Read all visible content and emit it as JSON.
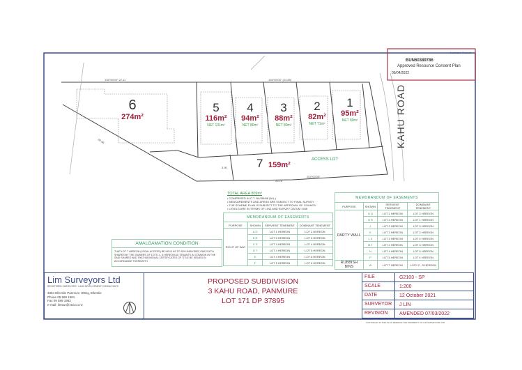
{
  "stamp": {
    "number": "BUN60389786",
    "label": "Approved Resource Consent Plan",
    "date": "09/04/2022",
    "council": "Auckland Council"
  },
  "road": {
    "name": "KAHU ROAD"
  },
  "plan": {
    "lots": [
      {
        "num": "6",
        "area": "274m²",
        "net": ""
      },
      {
        "num": "5",
        "area": "116m²",
        "net": "NET 101m²"
      },
      {
        "num": "4",
        "area": "94m²",
        "net": "NET 80m²"
      },
      {
        "num": "3",
        "area": "88m²",
        "net": "NET 80m²"
      },
      {
        "num": "2",
        "area": "82m²",
        "net": "NET 71m²"
      },
      {
        "num": "1",
        "area": "95m²",
        "net": "NET 80m²"
      },
      {
        "num": "7",
        "area": "159m²",
        "net": ""
      }
    ],
    "access_label": "ACCESS LOT",
    "bearings": [
      "136°59'00\"  22.11",
      "136°59'00\"  (24.85)",
      "204°00'00\"",
      "20.75",
      "3.50",
      "28.48"
    ]
  },
  "notes": {
    "title": "TOTAL AREA 809m²",
    "items": [
      "• COMPRISED IN C.T. NA784/88 (ALL)",
      "• MEASUREMENTS AND AREAS ARE SUBJECT TO FINAL SURVEY",
      "• THE SCHEME PLAN IS SUBJECT TO THE APPROVAL OF COUNCIL",
      "• LEVELS ARE IN TERMS OF LINZ AND SURVEY DATUM 1946"
    ]
  },
  "easements_left": {
    "title": "MEMORANDUM OF EASEMENTS",
    "headers": [
      "PURPOSE",
      "SHOWN",
      "SERVIENT TENEMENT",
      "DOMINANT TENEMENT"
    ],
    "purpose": "RIGHT OF WAY",
    "rows": [
      [
        "A  O",
        "LOT 1 HEREON",
        "LOT 2 HEREON"
      ],
      [
        "B  R",
        "LOT 2 HEREON",
        "LOT 3 HEREON"
      ],
      [
        "C  S",
        "LOT 3 HEREON",
        "LOT 4 HEREON"
      ],
      [
        "D  T",
        "LOT 4 HEREON",
        "LOT 5 HEREON"
      ],
      [
        "E",
        "LOT 4 HEREON",
        "LOT 6 HEREON"
      ],
      [
        "F",
        "LOT 5 HEREON",
        "LOT 6 HEREON"
      ]
    ]
  },
  "easements_right": {
    "title": "MEMORANDUM OF EASEMENTS",
    "headers": [
      "PURPOSE",
      "SHOWN",
      "SERVIENT TENEMENT",
      "DOMINANT TENEMENT"
    ],
    "purpose1": "PARTY WALL",
    "rows": [
      [
        "G  Q",
        "LOT 1 HEREON",
        "LOT 2 HEREON"
      ],
      [
        "H  R",
        "LOT 2 HEREON",
        "LOT 1 HEREON"
      ],
      [
        "J",
        "LOT 2 HEREON",
        "LOT 3 HEREON"
      ],
      [
        "K",
        "LOT 3 HEREON",
        "LOT 2 HEREON"
      ],
      [
        "L  S",
        "LOT 3 HEREON",
        "LOT 4 HEREON"
      ],
      [
        "M  T",
        "LOT 4 HEREON",
        "LOT 3 HEREON"
      ],
      [
        "N",
        "LOT 4 HEREON",
        "LOT 5 HEREON"
      ],
      [
        "P",
        "LOT 5 HEREON",
        "LOT 4 HEREON"
      ]
    ],
    "purpose2": "RUBBISH BINS",
    "last": [
      "W",
      "LOT 7 HEREON",
      "LOTS 2 - 5 HEREON"
    ]
  },
  "amalgamation": {
    "title": "AMALGAMATION CONDITION",
    "text": "THAT LOT 7 HEREON (LEGAL ACCESS) BE HELD AS TO SIX UNDIVIDED ONE-SIXTH SHARES BY THE OWNERS OF LOTS 1 - 6 HEREON AS TENANTS IN COMMON IN THE SAID SHARES AND THAT INDIVIDUAL CERTIFICATES OF TITLE BE ISSUED IN ACCORDANCE THEREWITH"
  },
  "firm": {
    "name": "Lim Surveyors Ltd",
    "tagline": "REGISTERED SURVEYORS · LAND DEVELOPMENT CONSULTANTS",
    "address": "3384 Ellerslie Panmure HWay, Ellerslie",
    "phone": "Phone 09 589 1981",
    "fax": "Fax 09 589 1982",
    "email": "e-mail: limsur@xtra.co.nz"
  },
  "project": {
    "line1": "PROPOSED SUBDIVISION",
    "line2": "3 KAHU ROAD, PANMURE",
    "line3": "LOT 171 DP 37895"
  },
  "info": [
    [
      "FILE",
      "G2103 - SP"
    ],
    [
      "SCALE",
      "1:200"
    ],
    [
      "DATE",
      "12 October 2021"
    ],
    [
      "SURVEYOR",
      "J LIN"
    ],
    [
      "REVISION",
      "AMENDED 07/03/2022"
    ]
  ],
  "copyright": "COPYRIGHT IN THIS PLAN REMAINS THE PROPERTY OF LIM SURVEYORS LTD",
  "colors": {
    "frame": "#3a4f8c",
    "title_red": "#a0203a",
    "green": "#2f9a5a",
    "stamp": "#b0304a"
  }
}
